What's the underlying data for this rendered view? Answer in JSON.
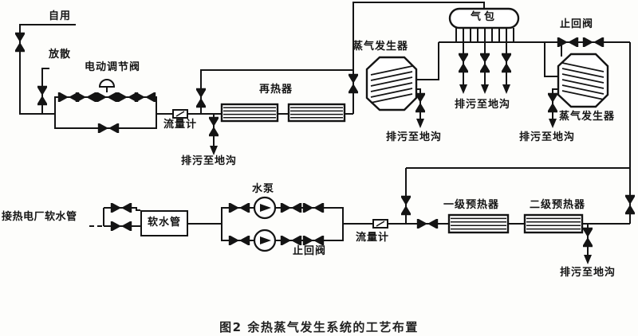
{
  "figure": {
    "caption": "图2  余热蒸气发生系统的工艺布置",
    "colors": {
      "ink": "#141414",
      "paper": "#fdfdfb"
    },
    "labels": {
      "self_use": "自用",
      "vent": "放散",
      "electric_control_valve": "电动调节阀",
      "flow_meter": "流量计",
      "reheater": "再热器",
      "blowdown_to_trench": "排污至地沟",
      "steam_drum": "气包",
      "steam_generator": "蒸气发生器",
      "check_valve": "止回阀",
      "plant_soft_water_pipe": "接热电厂软水管",
      "soft_water_tank": "软水管",
      "water_pump": "水泵",
      "preheater_stage_1": "一级预热器",
      "preheater_stage_2": "二级预热器"
    },
    "symbols": {
      "gate_valve": "bowtie-with-end-bars",
      "check_valve": "bowtie-with-end-bars",
      "control_valve": "bowtie-with-dome-actuator",
      "pump": "circle-with-solid-arrow",
      "flow_meter": "small-box-on-line",
      "flow_arrow": "solid-down-triangle"
    }
  }
}
